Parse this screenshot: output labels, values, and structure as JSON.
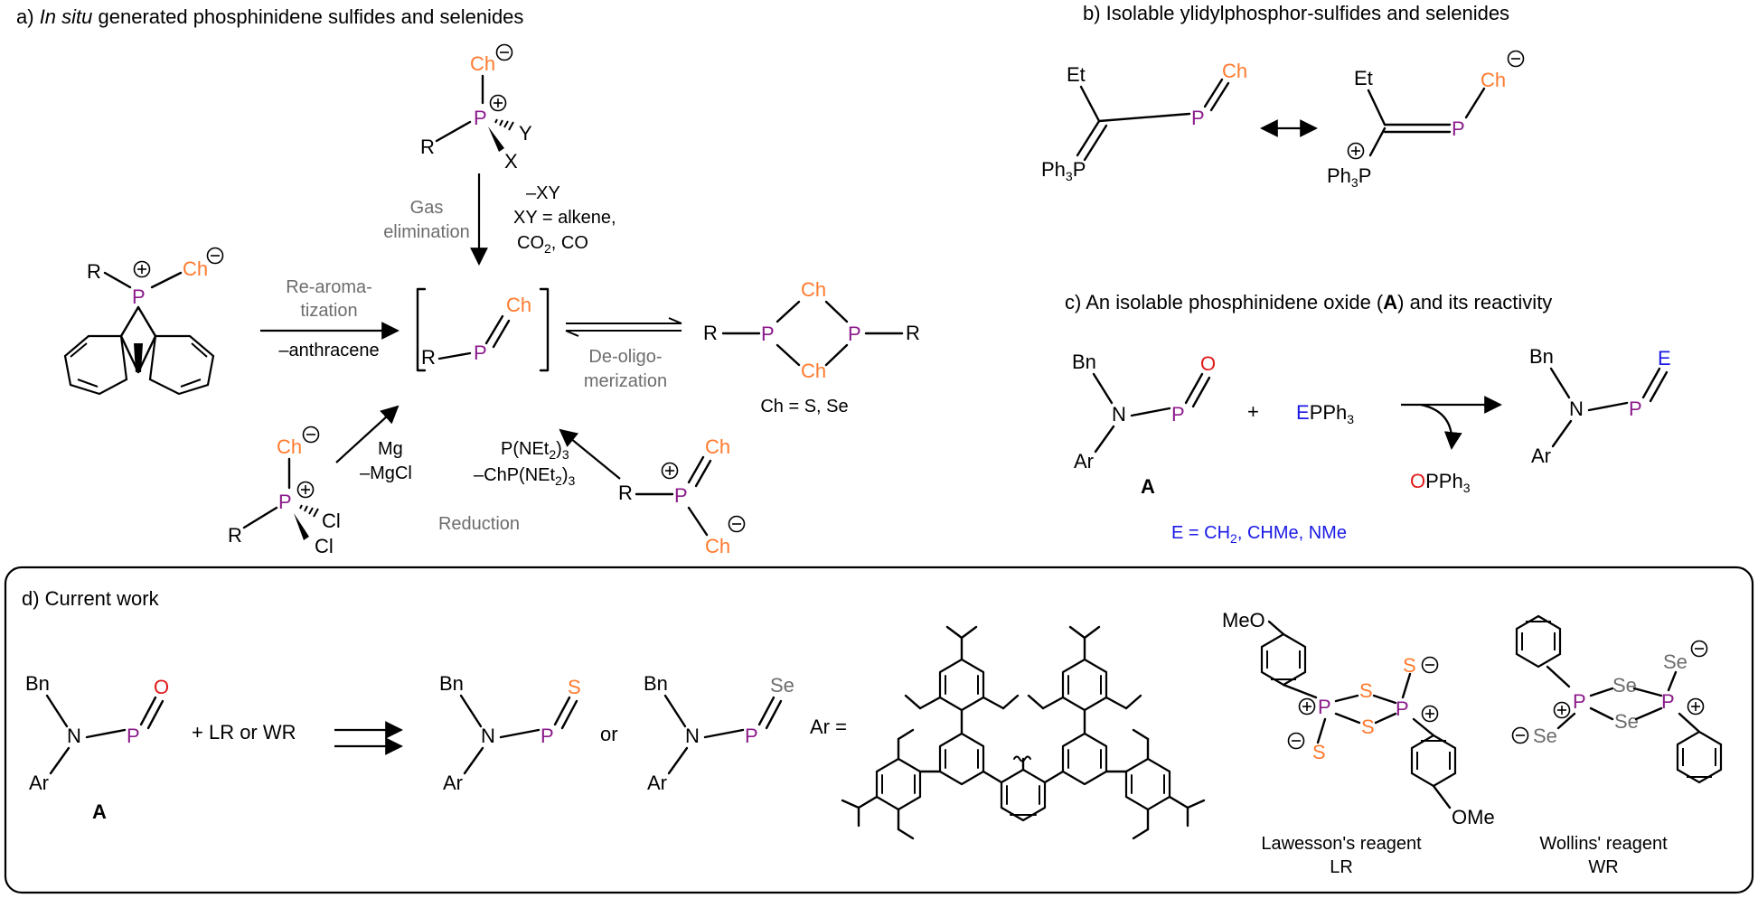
{
  "colors": {
    "phosphorus": "#8b1a8b",
    "chalcogen": "#ff7a2e",
    "oxygen": "#e01818",
    "substituent": "#1a1ae6",
    "condition_gray": "#6d6d6d",
    "selenium_gray": "#6d6d6d"
  },
  "panel_a": {
    "prefix": "a) ",
    "title_italic": "In situ",
    "title_rest": " generated phosphinidene sulfides and selenides",
    "atoms": {
      "Ch": "Ch",
      "P": "P",
      "R": "R",
      "X": "X",
      "Y": "Y",
      "Cl": "Cl"
    },
    "gas_elimination": [
      "Gas",
      "elimination"
    ],
    "minus_xy": "–XY",
    "xy_is": "XY = alkene,",
    "co2_co_a": "CO",
    "co2_co_sub": "2",
    "co2_co_b": ", CO",
    "rearomatization": [
      "Re-aroma-",
      "tization"
    ],
    "minus_anthracene": "–anthracene",
    "de_oligomerization": [
      "De-oligo-",
      "merization"
    ],
    "ch_equals": "Ch = S, Se",
    "mg": "Mg",
    "minus_mgcl": "–MgCl",
    "pnet_a": "P(NEt",
    "pnet_sub": "2",
    "pnet_b": ")",
    "pnet_sub2": "3",
    "chpnet_a": "–ChP(NEt",
    "chpnet_sub": "2",
    "chpnet_b": ")",
    "chpnet_sub2": "3",
    "reduction": "Reduction"
  },
  "panel_b": {
    "title": "b) Isolable ylidylphosphor-sulfides and selenides",
    "et": "Et",
    "ph3p_a": "Ph",
    "ph3p_sub": "3",
    "ph3p_b": "P",
    "p": "P",
    "ch": "Ch"
  },
  "panel_c": {
    "title_a": "c) An isolable phosphinidene oxide (",
    "title_bold": "A",
    "title_b": ") and its reactivity",
    "bn": "Bn",
    "n": "N",
    "ar": "Ar",
    "p": "P",
    "o": "O",
    "e": "E",
    "plus": "+",
    "eppha": "E",
    "epphb": "PPh",
    "epph_sub": "3",
    "oppha": "O",
    "opphb": "PPh",
    "opph_sub": "3",
    "label_a": "A",
    "e_def_a": "E = CH",
    "e_def_sub": "2",
    "e_def_b": ", CHMe, NMe"
  },
  "panel_d": {
    "title": "d) Current work",
    "bn": "Bn",
    "n": "N",
    "ar": "Ar",
    "p": "P",
    "o": "O",
    "s": "S",
    "se": "Se",
    "label_a": "A",
    "plus_lr_wr": "+ LR or WR",
    "or": "or",
    "ar_eq": "Ar =",
    "meo": "MeO",
    "ome": "OMe",
    "lr_name": "Lawesson's reagent",
    "lr_abbr": "LR",
    "wr_name": "Wollins' reagent",
    "wr_abbr": "WR"
  }
}
